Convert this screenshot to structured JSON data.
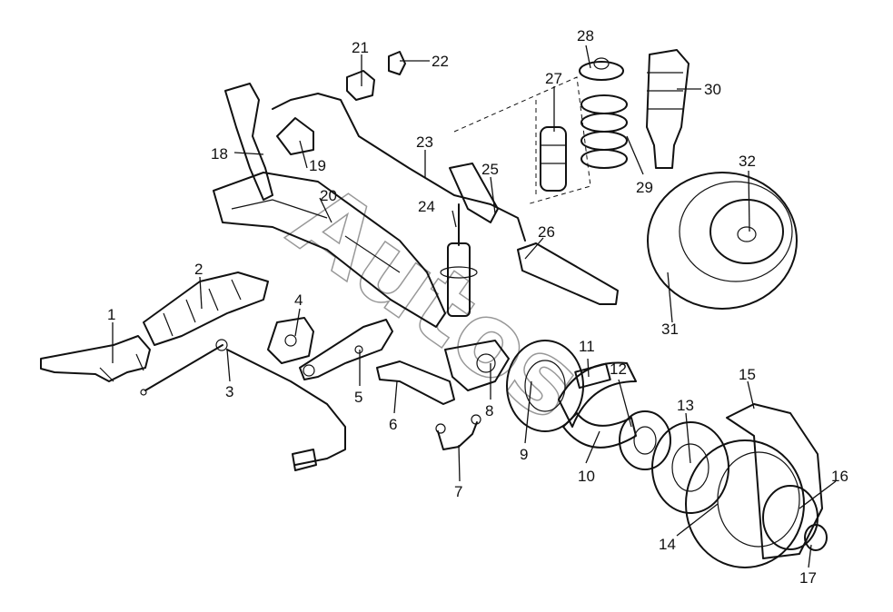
{
  "diagram": {
    "watermark": "Autos",
    "callouts": [
      "1",
      "2",
      "3",
      "4",
      "5",
      "6",
      "7",
      "8",
      "9",
      "10",
      "11",
      "12",
      "13",
      "14",
      "15",
      "16",
      "17",
      "18",
      "19",
      "20",
      "21",
      "22",
      "23",
      "24",
      "25",
      "26",
      "27",
      "28",
      "29",
      "30",
      "31",
      "32"
    ]
  }
}
